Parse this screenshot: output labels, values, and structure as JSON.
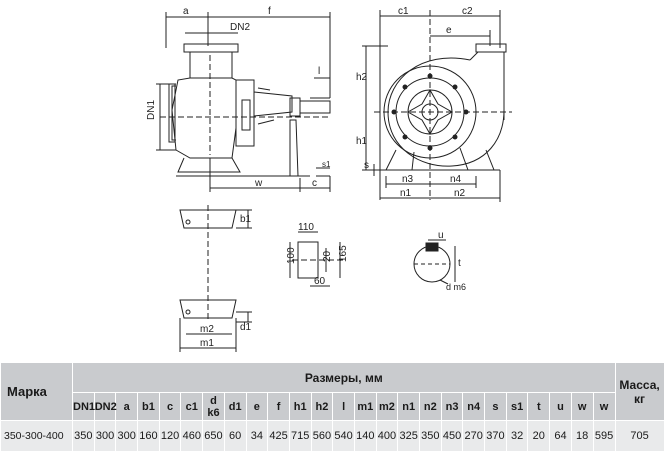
{
  "drawing_labels": {
    "a": "a",
    "dn2": "DN2",
    "f": "f",
    "l": "l",
    "dn1": "DN1",
    "w": "w",
    "c": "c",
    "s1": "s1",
    "c1": "c1",
    "c2": "c2",
    "e": "e",
    "h2": "h2",
    "h1": "h1",
    "s": "s",
    "n3": "n3",
    "n4": "n4",
    "n1": "n1",
    "n2": "n2",
    "b1": "b1",
    "d1": "d1",
    "m2": "m2",
    "m1": "m1",
    "key_110": "110",
    "key_100": "100",
    "key_20": "20",
    "key_165": "165",
    "key_60": "60",
    "u": "u",
    "t": "t",
    "dm6": "d m6"
  },
  "table": {
    "header_model": "Марка",
    "header_dims": "Размеры, мм",
    "header_mass": "Масса, кг",
    "columns": [
      "DN1",
      "DN2",
      "a",
      "b1",
      "c",
      "c1",
      "d k6",
      "d1",
      "e",
      "f",
      "h1",
      "h2",
      "l",
      "m1",
      "m2",
      "n1",
      "n2",
      "n3",
      "n4",
      "s",
      "s1",
      "t",
      "u",
      "w"
    ],
    "rows": [
      {
        "model": "350-300-400",
        "values": [
          "350",
          "300",
          "300",
          "160",
          "120",
          "460",
          "650",
          "60",
          "34",
          "425",
          "715",
          "560",
          "540",
          "140",
          "400",
          "325",
          "350",
          "450",
          "270",
          "370",
          "32",
          "20",
          "64",
          "18"
        ],
        "last_dim": "595",
        "mass": "705"
      }
    ]
  }
}
